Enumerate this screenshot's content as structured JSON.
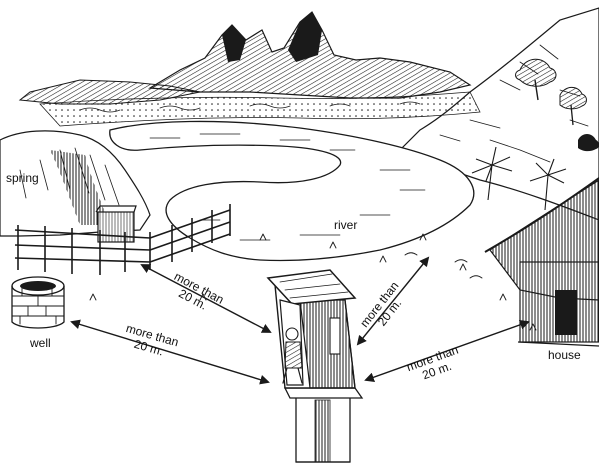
{
  "labels": {
    "spring": "spring",
    "well": "well",
    "river": "river",
    "house": "house"
  },
  "distances": {
    "to_spring": [
      "more than",
      "20 m."
    ],
    "to_well": [
      "more than",
      "20 m."
    ],
    "to_river": [
      "more than",
      "20 m."
    ],
    "to_house": [
      "more than",
      "20 m."
    ]
  },
  "colors": {
    "ink": "#1a1a1a",
    "background": "#ffffff"
  }
}
